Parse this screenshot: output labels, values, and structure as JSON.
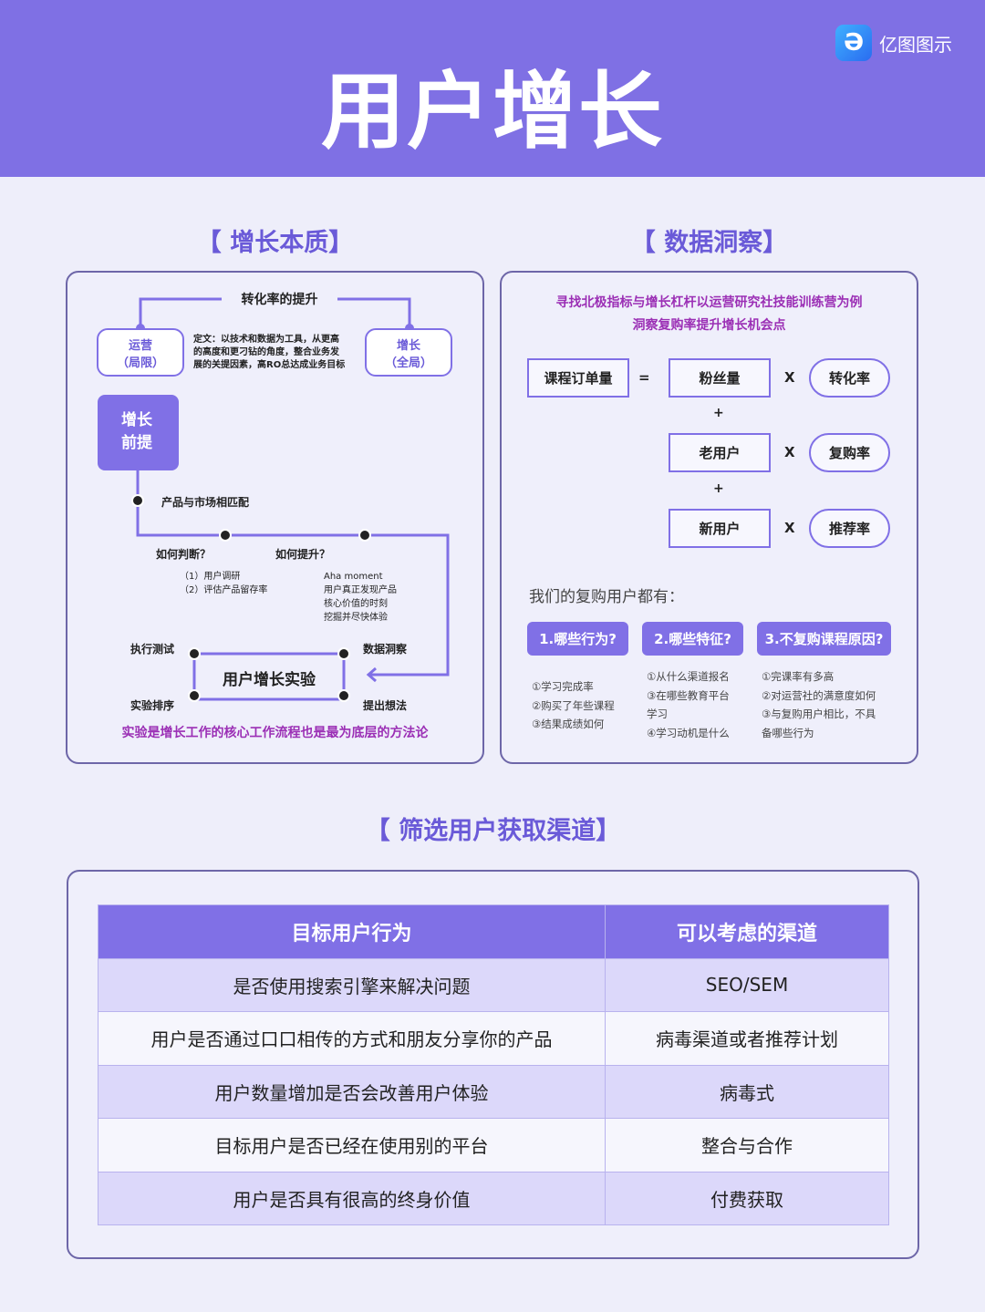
{
  "header": {
    "title": "用户增长",
    "logo_text": "亿图图示",
    "logo_icon": "edraw-logo-icon"
  },
  "sections": {
    "essence": "【 增长本质】",
    "insight": "【 数据洞察】",
    "channels": "【 筛选用户获取渠道】"
  },
  "essence": {
    "top_label": "转化率的提升",
    "left_box": [
      "运营",
      "（局限）"
    ],
    "right_box": [
      "增长",
      "（全局）"
    ],
    "definition": [
      "定文：以技术和数据为工具，从更高",
      "的高度和更刁钻的角度，整合业务发",
      "展的关提因素，高RO总达成业务目标"
    ],
    "premise": [
      "增长",
      "前提"
    ],
    "pmf": "产品与市场相匹配",
    "judge": {
      "title": "如何判断？",
      "items": [
        "（1）用户调研",
        "（2）评估产品留存率"
      ]
    },
    "improve": {
      "title": "如何提升？",
      "items": [
        "Aha moment",
        "用户真正发现产品",
        "核心价值的时刻",
        "挖掘并尽快体验"
      ]
    },
    "experiment": "用户增长实验",
    "steps": {
      "test": "执行测试",
      "insight": "数据洞察",
      "sort": "实验排序",
      "idea": "提出想法"
    },
    "footer": "实验是增长工作的核心工作流程也是最为底层的方法论"
  },
  "insight": {
    "title": [
      "寻找北极指标与增长杠杆以运营研究社技能训练营为例",
      "洞察复购率提升增长机会点"
    ],
    "formula": {
      "result": "课程订单量",
      "eq": "=",
      "plus": "+",
      "times": "X",
      "rows": [
        {
          "term": "粉丝量",
          "rate": "转化率"
        },
        {
          "term": "老用户",
          "rate": "复购率"
        },
        {
          "term": "新用户",
          "rate": "推荐率"
        }
      ]
    },
    "repeat_title": "我们的复购用户都有：",
    "questions": [
      {
        "label": "1.哪些行为?",
        "items": [
          "①学习完成率",
          "②购买了年些课程",
          "③结果成绩如何"
        ]
      },
      {
        "label": "2.哪些特征?",
        "items": [
          "①从什么渠道报名",
          "③在哪些教育平台",
          "学习",
          "④学习动机是什么"
        ]
      },
      {
        "label": "3.不复购课程原因?",
        "items": [
          "①完课率有多高",
          "②对运营社的满意度如何",
          "③与复购用户相比，不具",
          "备哪些行为"
        ]
      }
    ]
  },
  "table": {
    "headers": [
      "目标用户行为",
      "可以考虑的渠道"
    ],
    "rows": [
      [
        "是否使用搜索引擎来解决问题",
        "SEO/SEM"
      ],
      [
        "用户是否通过口口相传的方式和朋友分享你的产品",
        "病毒渠道或者推荐计划"
      ],
      [
        "用户数量增加是否会改善用户体验",
        "病毒式"
      ],
      [
        "目标用户是否已经在使用别的平台",
        "整合与合作"
      ],
      [
        "用户是否具有很高的终身价值",
        "付费获取"
      ]
    ]
  },
  "colors": {
    "header": "#7f70e4",
    "accent": "#8070e6",
    "title_magenta": "#9b2fb5",
    "background": "#eeeefa"
  }
}
